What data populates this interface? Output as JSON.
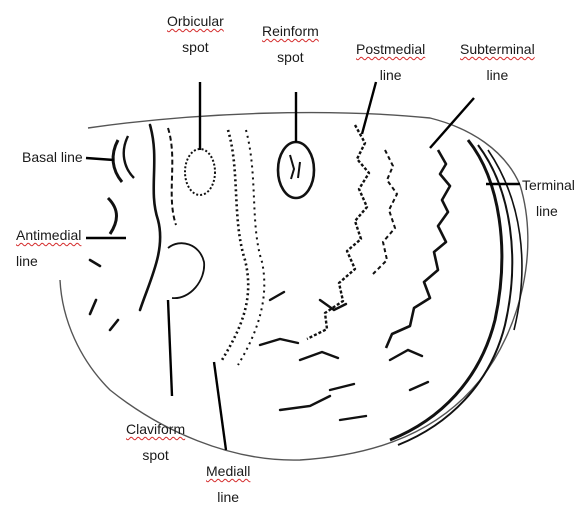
{
  "labels": {
    "orbicular_spot": [
      "Orbicular",
      "spot"
    ],
    "reinform_spot": [
      "Reinform",
      "spot"
    ],
    "postmedial_line": [
      "Postmedial",
      "line"
    ],
    "subterminal_line": [
      "Subterminal",
      "line"
    ],
    "basal_line": [
      "Basal line"
    ],
    "terminal_line": [
      "Terminal",
      "line"
    ],
    "antimedial_line": [
      "Antimedial",
      "line"
    ],
    "claviform_spot": [
      "Claviform",
      "spot"
    ],
    "medial_line": [
      "Mediall",
      "line"
    ]
  },
  "colors": {
    "ink": "#111111",
    "outline": "#444444",
    "spellcheck": "#d42a2a"
  }
}
